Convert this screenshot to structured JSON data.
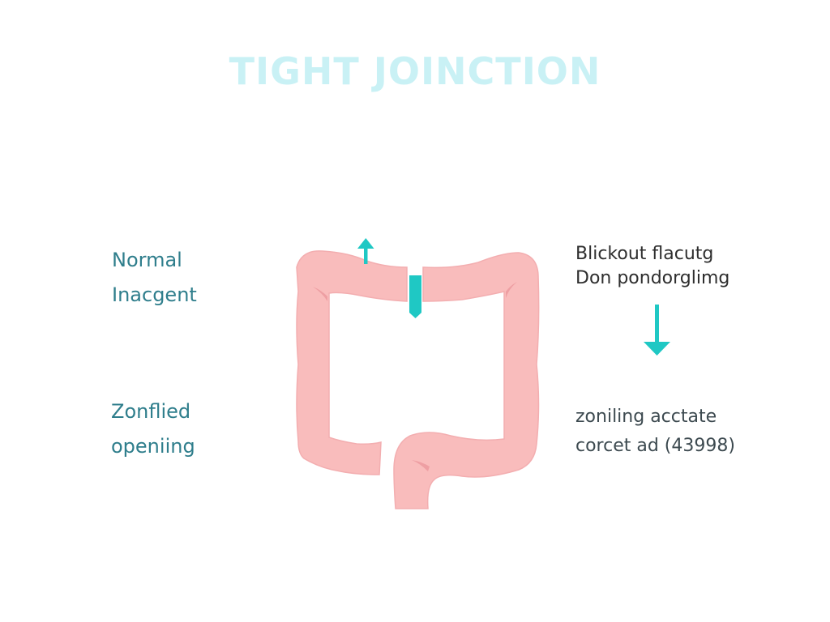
{
  "title": "TIGHT JOINCTION",
  "labels": {
    "left_top": {
      "line1": "Normal",
      "line2": "Inacgent"
    },
    "left_bottom": {
      "line1": "Zonflied",
      "line2": "openiing"
    },
    "right_top": {
      "line1": "Blickout flacutg",
      "line2": "Don pondorglimg"
    },
    "right_bottom": {
      "line1": "zoniling acctate",
      "line2": "corcet ad (43998)"
    }
  },
  "icons": {
    "up_arrow": "arrow-up-icon",
    "down_arrow": "arrow-down-icon",
    "plug": "tight-junction-plug-icon",
    "intestine": "large-intestine-illustration"
  },
  "colors": {
    "background": "#ffffff",
    "title": "#c9f1f5",
    "intestine_fill": "#f9bcbc",
    "intestine_shade": "#ee9fa3",
    "accent_teal": "#1fc8c4",
    "left_label": "#2f7e8c",
    "right_label": "#2e2e2e"
  }
}
